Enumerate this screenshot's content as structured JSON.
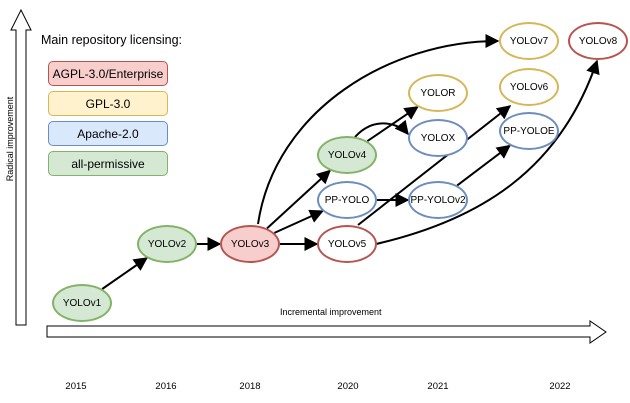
{
  "legend": {
    "title": "Main repository licensing:",
    "items": [
      {
        "key": "agpl",
        "label": "AGPL-3.0/Enterprise",
        "fill": "#f8cecc",
        "stroke": "#b85450"
      },
      {
        "key": "gpl",
        "label": "GPL-3.0",
        "fill": "#fff2cc",
        "stroke": "#d6b656"
      },
      {
        "key": "apache",
        "label": "Apache-2.0",
        "fill": "#dae8fc",
        "stroke": "#6c8ebf"
      },
      {
        "key": "permissive",
        "label": "all-permissive",
        "fill": "#d5e8d4",
        "stroke": "#82b366"
      }
    ]
  },
  "axes": {
    "y_label": "Radical improvement",
    "x_label": "Incremental improvement"
  },
  "years": [
    "2015",
    "2016",
    "2018",
    "2020",
    "2021",
    "2022"
  ],
  "nodes": [
    {
      "id": "yolov1",
      "label": "YOLOv1",
      "license": "permissive",
      "year": "2015"
    },
    {
      "id": "yolov2",
      "label": "YOLOv2",
      "license": "permissive",
      "year": "2016"
    },
    {
      "id": "yolov3",
      "label": "YOLOv3",
      "license": "agpl",
      "year": "2018"
    },
    {
      "id": "yolov4",
      "label": "YOLOv4",
      "license": "permissive",
      "year": "2020"
    },
    {
      "id": "ppyolo",
      "label": "PP-YOLO",
      "license": "apache",
      "year": "2020"
    },
    {
      "id": "yolov5",
      "label": "YOLOv5",
      "license": "agpl",
      "year": "2020"
    },
    {
      "id": "yolor",
      "label": "YOLOR",
      "license": "gpl",
      "year": "2021"
    },
    {
      "id": "yolox",
      "label": "YOLOX",
      "license": "apache",
      "year": "2021"
    },
    {
      "id": "ppyolov2",
      "label": "PP-YOLOv2",
      "license": "apache",
      "year": "2021"
    },
    {
      "id": "yolov7",
      "label": "YOLOv7",
      "license": "gpl",
      "year": "2022"
    },
    {
      "id": "yolov6",
      "label": "YOLOv6",
      "license": "gpl",
      "year": "2022"
    },
    {
      "id": "ppyoloe",
      "label": "PP-YOLOE",
      "license": "apache",
      "year": "2022"
    },
    {
      "id": "yolov8",
      "label": "YOLOv8",
      "license": "agpl",
      "year": "2022"
    }
  ],
  "edges": [
    {
      "from": "yolov1",
      "to": "yolov2"
    },
    {
      "from": "yolov2",
      "to": "yolov3"
    },
    {
      "from": "yolov3",
      "to": "yolov4"
    },
    {
      "from": "yolov3",
      "to": "ppyolo"
    },
    {
      "from": "yolov3",
      "to": "yolov5"
    },
    {
      "from": "yolov3",
      "to": "yolov7"
    },
    {
      "from": "yolov4",
      "to": "yolor"
    },
    {
      "from": "yolov4",
      "to": "yolox"
    },
    {
      "from": "ppyolo",
      "to": "ppyolov2"
    },
    {
      "from": "ppyolov2",
      "to": "ppyoloe"
    },
    {
      "from": "yolov5",
      "to": "yolov6"
    },
    {
      "from": "yolov5",
      "to": "yolov8"
    }
  ]
}
